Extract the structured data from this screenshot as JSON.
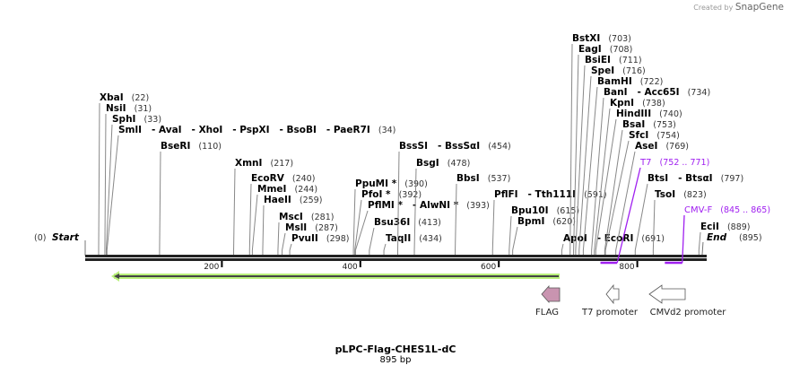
{
  "logo": {
    "created_by": "Created by",
    "brand": "SnapGene"
  },
  "sequence": {
    "name": "pLPC-Flag-CHES1L-dC",
    "length_label": "895 bp",
    "length": 895,
    "start_label": "Start",
    "start_pos": "(0)",
    "end_label": "End",
    "end_pos": "(895)"
  },
  "ruler": {
    "ticks": [
      200,
      400,
      600,
      800
    ]
  },
  "enzymes": [
    {
      "names": [
        "XbaI"
      ],
      "pos": 22,
      "pos_text": "(22)"
    },
    {
      "names": [
        "NsiI"
      ],
      "pos": 31,
      "pos_text": "(31)"
    },
    {
      "names": [
        "SphI"
      ],
      "pos": 33,
      "pos_text": "(33)"
    },
    {
      "names": [
        "SmlI",
        "AvaI",
        "XhoI",
        "PspXI",
        "BsoBI",
        "PaeR7I"
      ],
      "pos": 34,
      "pos_text": "(34)"
    },
    {
      "names": [
        "BseRI"
      ],
      "pos": 110,
      "pos_text": "(110)"
    },
    {
      "names": [
        "XmnI"
      ],
      "pos": 217,
      "pos_text": "(217)"
    },
    {
      "names": [
        "EcoRV"
      ],
      "pos": 240,
      "pos_text": "(240)"
    },
    {
      "names": [
        "MmeI"
      ],
      "pos": 244,
      "pos_text": "(244)"
    },
    {
      "names": [
        "HaeII"
      ],
      "pos": 259,
      "pos_text": "(259)"
    },
    {
      "names": [
        "MscI"
      ],
      "pos": 281,
      "pos_text": "(281)"
    },
    {
      "names": [
        "MslI"
      ],
      "pos": 287,
      "pos_text": "(287)"
    },
    {
      "names": [
        "PvuII"
      ],
      "pos": 298,
      "pos_text": "(298)"
    },
    {
      "names": [
        "PpuMI *"
      ],
      "pos": 390,
      "pos_text": "(390)"
    },
    {
      "names": [
        "PfoI *"
      ],
      "pos": 392,
      "pos_text": "(392)"
    },
    {
      "names": [
        "PflMI *",
        "AlwNI *"
      ],
      "pos": 393,
      "pos_text": "(393)"
    },
    {
      "names": [
        "Bsu36I"
      ],
      "pos": 413,
      "pos_text": "(413)"
    },
    {
      "names": [
        "TaqII"
      ],
      "pos": 434,
      "pos_text": "(434)"
    },
    {
      "names": [
        "BssSI",
        "BssSαI"
      ],
      "pos": 454,
      "pos_text": "(454)"
    },
    {
      "names": [
        "BsgI"
      ],
      "pos": 478,
      "pos_text": "(478)"
    },
    {
      "names": [
        "BbsI"
      ],
      "pos": 537,
      "pos_text": "(537)"
    },
    {
      "names": [
        "PflFI",
        "Tth111I"
      ],
      "pos": 591,
      "pos_text": "(591)"
    },
    {
      "names": [
        "Bpu10I"
      ],
      "pos": 615,
      "pos_text": "(615)"
    },
    {
      "names": [
        "BpmI"
      ],
      "pos": 620,
      "pos_text": "(620)"
    },
    {
      "names": [
        "ApoI",
        "EcoRI"
      ],
      "pos": 691,
      "pos_text": "(691)"
    },
    {
      "names": [
        "BstXI"
      ],
      "pos": 703,
      "pos_text": "(703)"
    },
    {
      "names": [
        "EagI"
      ],
      "pos": 708,
      "pos_text": "(708)"
    },
    {
      "names": [
        "BsiEI"
      ],
      "pos": 711,
      "pos_text": "(711)"
    },
    {
      "names": [
        "SpeI"
      ],
      "pos": 716,
      "pos_text": "(716)"
    },
    {
      "names": [
        "BamHI"
      ],
      "pos": 722,
      "pos_text": "(722)"
    },
    {
      "names": [
        "BanI",
        "Acc65I"
      ],
      "pos": 734,
      "pos_text": "(734)"
    },
    {
      "names": [
        "KpnI"
      ],
      "pos": 738,
      "pos_text": "(738)"
    },
    {
      "names": [
        "HindIII"
      ],
      "pos": 740,
      "pos_text": "(740)"
    },
    {
      "names": [
        "BsaI"
      ],
      "pos": 753,
      "pos_text": "(753)"
    },
    {
      "names": [
        "SfcI"
      ],
      "pos": 754,
      "pos_text": "(754)"
    },
    {
      "names": [
        "AseI"
      ],
      "pos": 769,
      "pos_text": "(769)"
    },
    {
      "names": [
        "BtsI",
        "BtsαI"
      ],
      "pos": 797,
      "pos_text": "(797)"
    },
    {
      "names": [
        "TsoI"
      ],
      "pos": 823,
      "pos_text": "(823)"
    },
    {
      "names": [
        "EciI"
      ],
      "pos": 889,
      "pos_text": "(889)"
    }
  ],
  "primers": [
    {
      "name": "T7",
      "range_text": "(752 .. 771)",
      "start": 752,
      "end": 771,
      "color": "#a020f0"
    },
    {
      "name": "CMV-F",
      "range_text": "(845 .. 865)",
      "start": 845,
      "end": 865,
      "color": "#a020f0"
    }
  ],
  "features": [
    {
      "name": "",
      "start": 40,
      "end": 690,
      "direction": "reverse",
      "color": "#b8f07a"
    },
    {
      "name": "FLAG",
      "direction": "reverse",
      "color": "#c994b0"
    },
    {
      "name": "T7 promoter",
      "direction": "reverse",
      "color": "#ffffff"
    },
    {
      "name": "CMVd2 promoter",
      "direction": "reverse",
      "color": "#ffffff"
    }
  ]
}
